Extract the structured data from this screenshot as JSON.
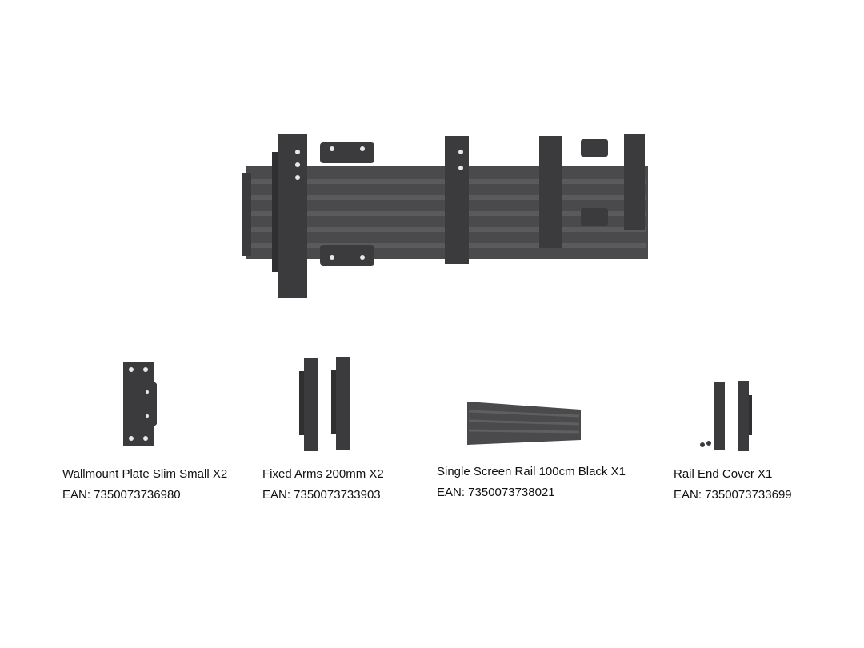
{
  "colors": {
    "metal_dark": "#3b3b3d",
    "metal_mid": "#4a4a4c",
    "metal_light": "#5a5a5c",
    "background": "#ffffff"
  },
  "main_image": {
    "icon": "wall-mount-assembly-icon"
  },
  "parts": [
    {
      "name": "Wallmount Plate Slim Small X2",
      "ean": "EAN: 7350073736980",
      "icon": "wallmount-plate-icon"
    },
    {
      "name": "Fixed Arms 200mm X2",
      "ean": "EAN: 7350073733903",
      "icon": "fixed-arms-icon"
    },
    {
      "name": "Single Screen Rail 100cm Black X1",
      "ean": "EAN: 7350073738021",
      "icon": "screen-rail-icon"
    },
    {
      "name": "Rail End Cover X1",
      "ean": "EAN: 7350073733699",
      "icon": "rail-end-cover-icon"
    }
  ]
}
